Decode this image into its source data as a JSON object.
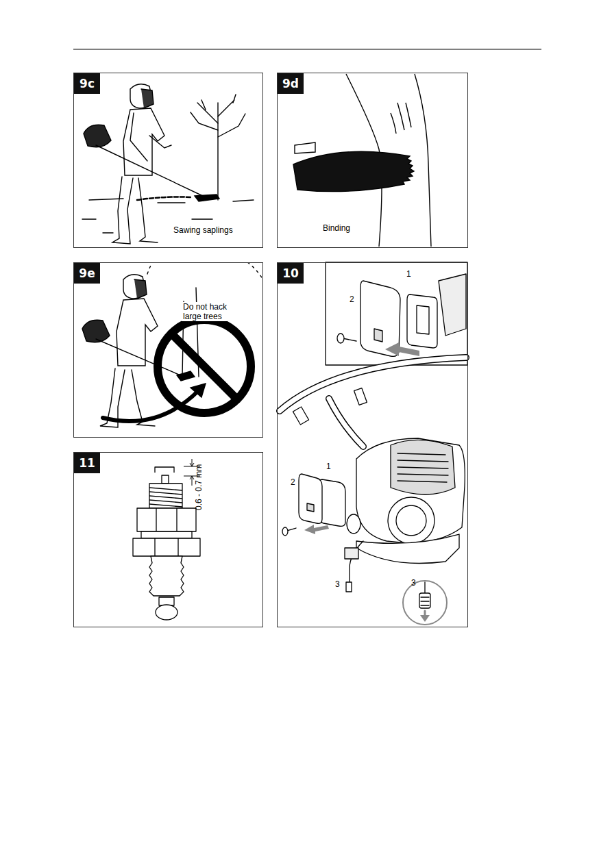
{
  "diagram": {
    "nodes": [
      {
        "text": [
          "9c",
          "Sawing saplings"
        ]
      },
      {
        "text": [
          "9d",
          "Binding"
        ]
      },
      {
        "text": [
          "9e",
          "Do not hack large trees"
        ]
      },
      {
        "text": [
          "10"
        ]
      },
      {
        "text": [
          "11"
        ]
      }
    ],
    "labels": [
      "1",
      "2",
      "2",
      "1",
      "3",
      "3",
      "0.6 - 0.7 mm"
    ]
  }
}
